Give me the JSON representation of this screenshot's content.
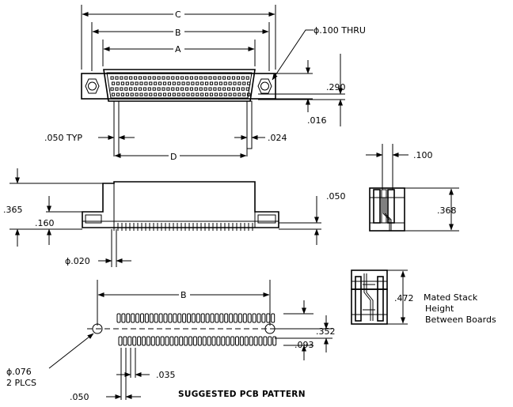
{
  "labels": {
    "dim_c": "C",
    "dim_b_top": "B",
    "dim_a": "A",
    "thru_hole": "ϕ.100 THRU",
    "dim_290": ".290",
    "dim_016": ".016",
    "dim_050_typ": ".050 TYP",
    "dim_024": ".024",
    "dim_d": "D",
    "dim_100": ".100",
    "dim_365": ".365",
    "dim_160": ".160",
    "dim_050_side": ".050",
    "dim_368": ".368",
    "dim_020": "ϕ.020",
    "dim_b_bottom": "B",
    "dim_472": ".472",
    "mated_line1": "Mated Stack",
    "mated_line2": "Height",
    "mated_line3": "Between Boards",
    "dim_352": ".352",
    "dim_093": ".093",
    "dim_076": "ϕ.076",
    "plcs": "2 PLCS",
    "dim_035": ".035",
    "dim_050_bottom": ".050",
    "pcb_title": "SUGGESTED PCB PATTERN"
  }
}
